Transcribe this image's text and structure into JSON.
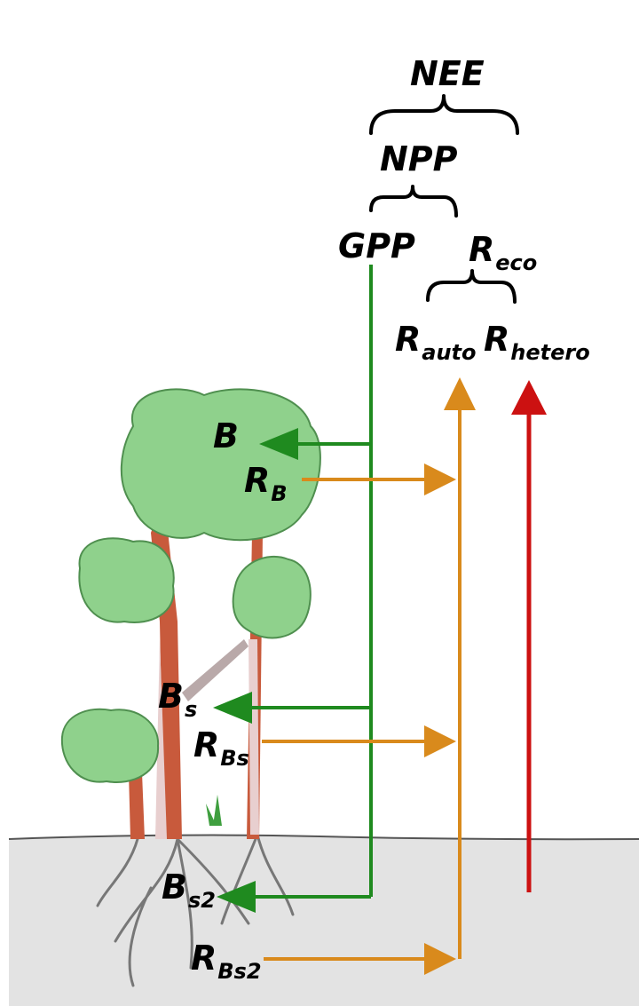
{
  "colors": {
    "gpp_flow": "#1f8a1f",
    "autotrophic_flow": "#d98a1c",
    "heterotrophic_flow": "#cc1111",
    "ground": "#e3e3e3",
    "foliage": "#8fd18c",
    "trunk": "#c85a3c"
  },
  "header": {
    "nee": "NEE",
    "npp": "NPP",
    "gpp": "GPP",
    "reco": {
      "main": "R",
      "sub": "eco"
    },
    "rauto": {
      "main": "R",
      "sub": "auto"
    },
    "rhetero": {
      "main": "R",
      "sub": "hetero"
    }
  },
  "pools": {
    "leaves": {
      "main": "B",
      "sub": ""
    },
    "leaves_resp": {
      "main": "R",
      "sub": "B"
    },
    "stem": {
      "main": "B",
      "sub": "s"
    },
    "stem_resp": {
      "main": "R",
      "sub": "Bs"
    },
    "roots": {
      "main": "B",
      "sub": "s2"
    },
    "roots_resp": {
      "main": "R",
      "sub": "Bs2"
    }
  }
}
